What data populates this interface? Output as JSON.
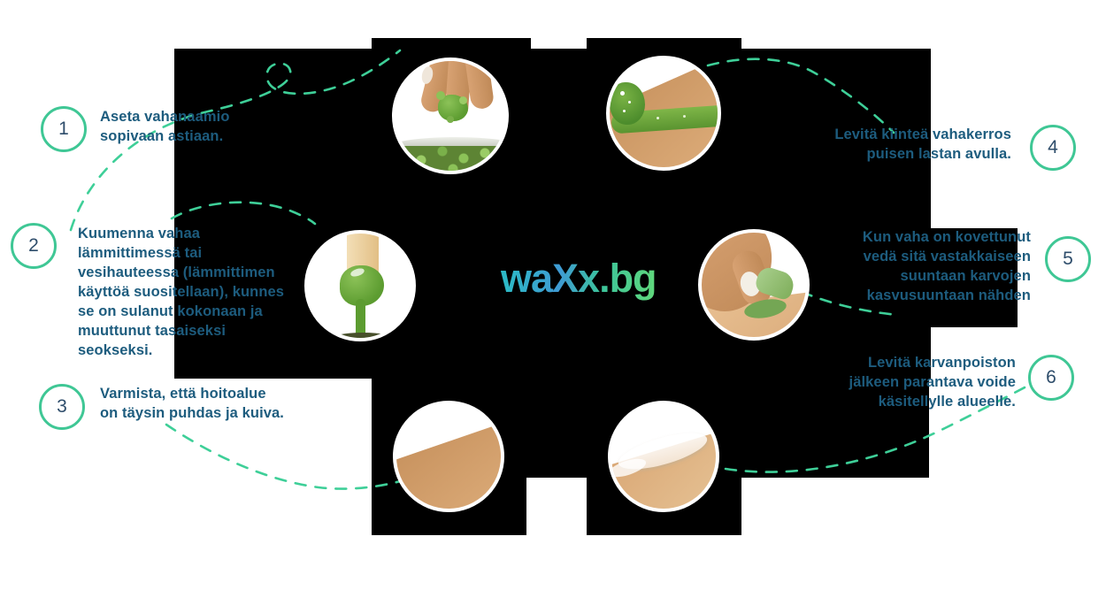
{
  "logo": {
    "text": "waXx.bg",
    "gradient_start_color": "#2db8c6",
    "gradient_end_color": "#5ed77d"
  },
  "steps": [
    {
      "number": "1",
      "text": "Aseta vahanaamio sopivaan astiaan.",
      "side": "left"
    },
    {
      "number": "2",
      "text": "Kuumenna vahaa lämmittimessä tai vesihauteessa (lämmittimen käyttöä suositellaan), kunnes se on sulanut kokonaan ja muuttunut tasaiseksi seokseksi.",
      "side": "left"
    },
    {
      "number": "3",
      "text": "Varmista, että hoitoalue on täysin puhdas ja kuiva.",
      "side": "left"
    },
    {
      "number": "4",
      "text": "Levitä kiinteä vahakerros puisen lastan avulla.",
      "side": "right"
    },
    {
      "number": "5",
      "text": "Kun vaha on kovettunut vedä sitä vastakkaiseen suuntaan karvojen kasvusuuntaan nähden",
      "side": "right"
    },
    {
      "number": "6",
      "text": "Levitä karvanpoiston jälkeen parantava voide käsitellylle alueelle.",
      "side": "right"
    }
  ],
  "photos": [
    {
      "name": "wax-beads-dropped-into-pot"
    },
    {
      "name": "melted-wax-on-wooden-spatula"
    },
    {
      "name": "clean-bare-skin"
    },
    {
      "name": "green-wax-strip-applied-on-leg"
    },
    {
      "name": "hand-pulling-hardened-wax-strip"
    },
    {
      "name": "soothing-cream-spread-on-skin"
    }
  ],
  "colors": {
    "step_text": "#1d5c7e",
    "badge_border": "#3fc795",
    "badge_number": "#2e4d6b",
    "dashed_connector": "#3ecf98",
    "backdrop": "#000000"
  }
}
